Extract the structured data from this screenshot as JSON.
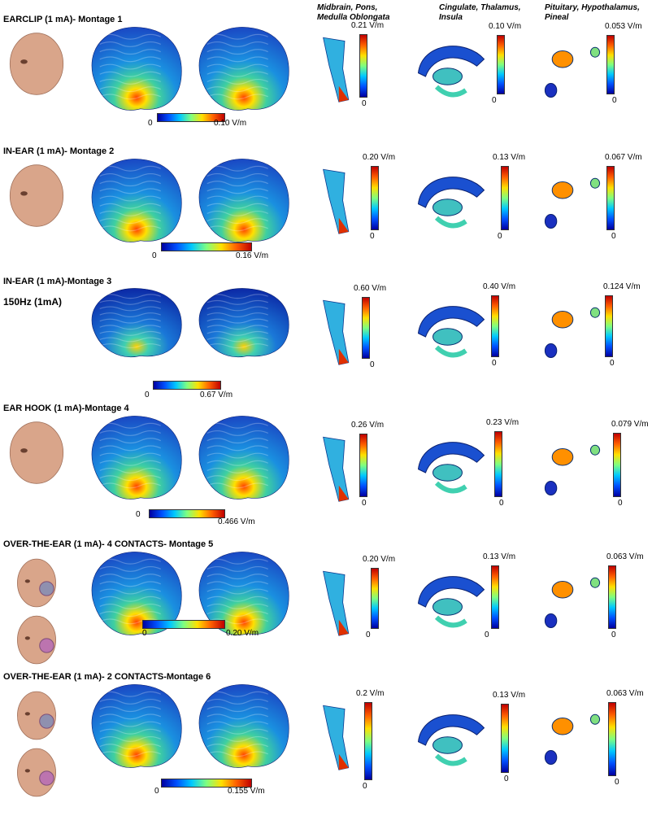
{
  "column_headers": [
    "Midbrain, Pons, Medulla Oblongata",
    "Cingulate, Thalamus, Insula",
    "Pituitary, Hypothalamus, Pineal"
  ],
  "rows": [
    {
      "title": "EARCLIP (1 mA)- Montage 1",
      "subtitle": "",
      "cortex_min": "0",
      "cortex_max": "0.10 V/m",
      "brainstem_max": "0.21 V/m",
      "brainstem_min": "0",
      "limbic_max": "0.10 V/m",
      "limbic_min": "0",
      "pituitary_max": "0.053 V/m",
      "pituitary_min": "0"
    },
    {
      "title": "IN-EAR (1 mA)- Montage 2",
      "subtitle": "",
      "cortex_min": "0",
      "cortex_max": "0.16 V/m",
      "brainstem_max": "0.20 V/m",
      "brainstem_min": "0",
      "limbic_max": "0.13 V/m",
      "limbic_min": "0",
      "pituitary_max": "0.067 V/m",
      "pituitary_min": "0"
    },
    {
      "title": "IN-EAR (1 mA)-Montage 3",
      "subtitle": "150Hz (1mA)",
      "cortex_min": "0",
      "cortex_max": "0.67 V/m",
      "brainstem_max": "0.60 V/m",
      "brainstem_min": "0",
      "limbic_max": "0.40 V/m",
      "limbic_min": "0",
      "pituitary_max": "0.124 V/m",
      "pituitary_min": "0"
    },
    {
      "title": "EAR HOOK (1 mA)-Montage 4",
      "subtitle": "",
      "cortex_min": "0",
      "cortex_max": "0.466 V/m",
      "brainstem_max": "0.26 V/m",
      "brainstem_min": "0",
      "limbic_max": "0.23 V/m",
      "limbic_min": "0",
      "pituitary_max": "0.079 V/m",
      "pituitary_min": "0"
    },
    {
      "title": "OVER-THE-EAR (1 mA)- 4 CONTACTS- Montage 5",
      "subtitle": "",
      "cortex_min": "0",
      "cortex_max": "0.20 V/m",
      "brainstem_max": "0.20 V/m",
      "brainstem_min": "0",
      "limbic_max": "0.13 V/m",
      "limbic_min": "0",
      "pituitary_max": "0.063 V/m",
      "pituitary_min": "0"
    },
    {
      "title": "OVER-THE-EAR (1 mA)- 2 CONTACTS-Montage 6",
      "subtitle": "",
      "cortex_min": "0",
      "cortex_max": "0.155 V/m",
      "brainstem_max": "0.2 V/m",
      "brainstem_min": "0",
      "limbic_max": "0.13 V/m",
      "limbic_min": "0",
      "pituitary_max": "0.063 V/m",
      "pituitary_min": "0"
    }
  ],
  "colors": {
    "colormap": [
      "#0000a0",
      "#0050ff",
      "#00c8ff",
      "#7fff80",
      "#ffe000",
      "#ff6000",
      "#c00000"
    ],
    "skin": "#d9a58a",
    "electrode": "#b060c0"
  }
}
